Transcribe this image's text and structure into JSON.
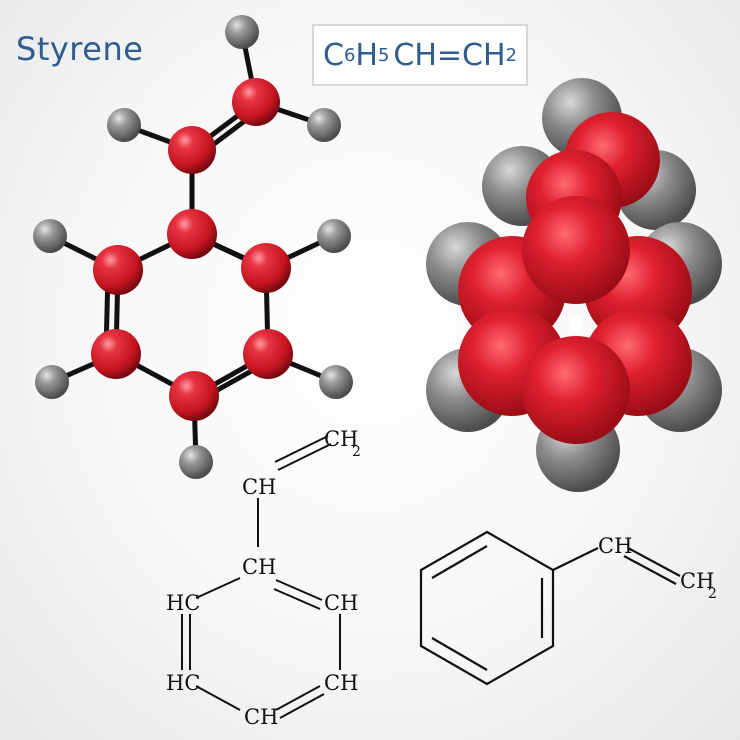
{
  "title": "Styrene",
  "formula": {
    "c1": "C",
    "sub1": "6",
    "h1": "H",
    "sub2": "5",
    "rest": "CH=CH",
    "sub3": "2"
  },
  "structural_labels": {
    "ch_top": "CH",
    "ch2_top": "CH",
    "ch2_sub": "2",
    "ch_ring_top": "CH",
    "hc_upper_left": "HC",
    "ch_upper_right": "CH",
    "hc_lower_left": "HC",
    "ch_lower_right": "CH",
    "ch_bottom": "CH"
  },
  "skeletal_labels": {
    "ch": "CH",
    "ch2": "CH",
    "ch2_sub": "2"
  },
  "colors": {
    "title": "#2f5d8e",
    "carbon": "#d41f2e",
    "hydrogen": "#8a8a8a",
    "bond": "#111111"
  }
}
